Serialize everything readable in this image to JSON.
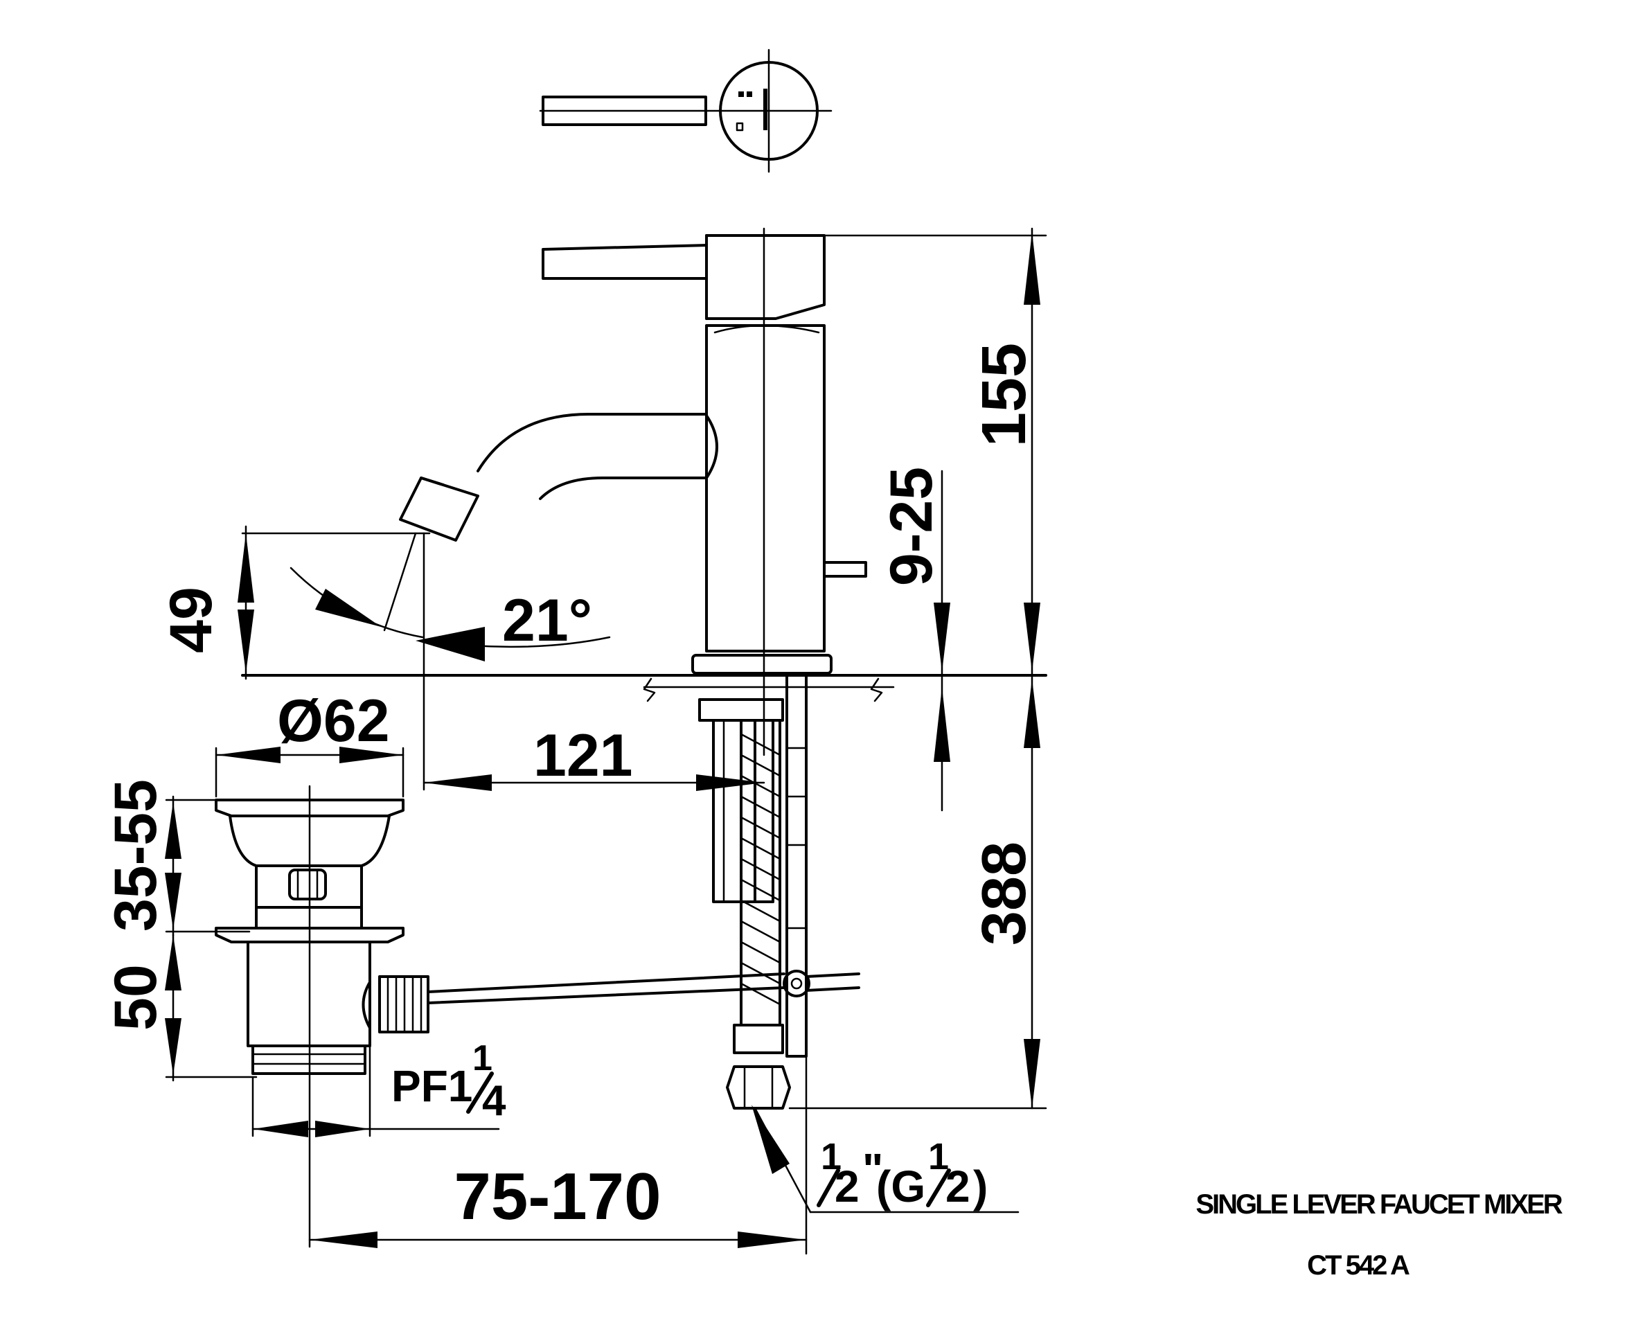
{
  "dimensions": {
    "total_height": "155",
    "handle_lift": "9-25",
    "spout_height": "49",
    "spout_angle": "21°",
    "base_diameter": "Ø62",
    "spout_reach": "121",
    "drain_range": "35-55",
    "hose_length": "388",
    "waste_height": "50",
    "waste_thread": {
      "main": "PF1",
      "num": "1",
      "den": "4"
    },
    "connection": {
      "num1": "1",
      "den1": "2",
      "quote": "\"",
      "paren_open": "(G",
      "num2": "1",
      "den2": "2",
      "paren_close": ")"
    },
    "rod_distance": "75-170"
  },
  "title_block": {
    "product_name": "SINGLE LEVER FAUCET MIXER",
    "model_code": "CT 542 A"
  }
}
